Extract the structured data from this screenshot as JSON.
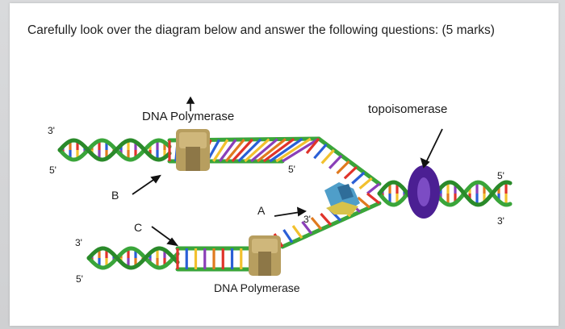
{
  "question": {
    "text": "Carefully look over the diagram below and answer the following questions: (5 marks)"
  },
  "diagram": {
    "labels": {
      "dna_polymerase_top": "DNA Polymerase",
      "dna_polymerase_bottom": "DNA Polymerase",
      "topoisomerase": "topoisomerase",
      "A": "A",
      "B": "B",
      "C": "C",
      "left_top_3": "3'",
      "left_top_5": "5'",
      "left_bottom_3": "3'",
      "left_bottom_5": "5'",
      "upper_fork_5": "5'",
      "lower_fork_3": "3'",
      "right_5": "5'",
      "right_3": "3'"
    },
    "colors": {
      "backbone_green": "#3aa53a",
      "backbone_dark": "#2a8a2a",
      "polymerase_tan": "#b8a064",
      "topoisomerase_purple": "#5a2aa0",
      "helicase_blue": "#5aa0c8",
      "base_colors": [
        "#e0332a",
        "#2a5fd6",
        "#f2c12e",
        "#8a3fb8",
        "#e07a1f"
      ]
    }
  }
}
